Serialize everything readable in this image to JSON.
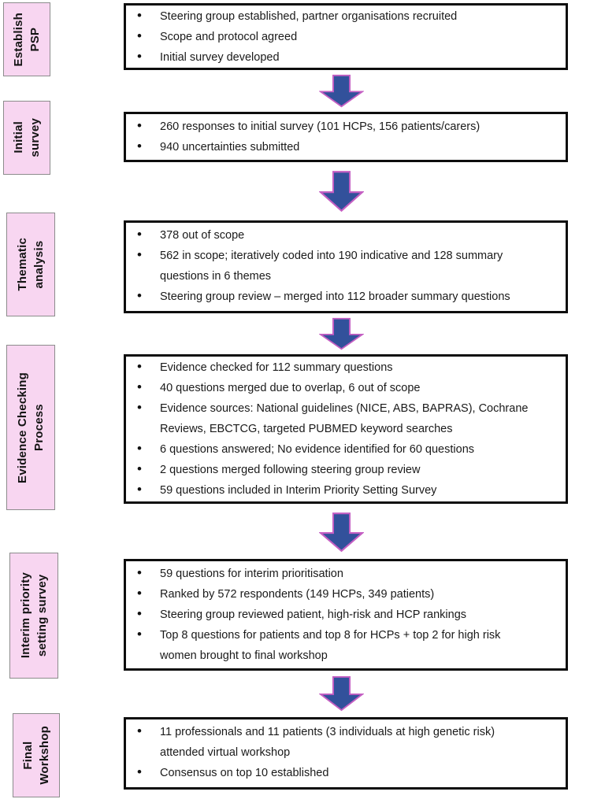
{
  "colors": {
    "label_fill": "#F8D6F1",
    "label_border": "#8C8C8C",
    "box_border": "#0D0D0D",
    "arrow_fill": "#32519B",
    "arrow_outline": "#C45FC3"
  },
  "sections": [
    {
      "id": "establish-psp",
      "label": "Establish\nPSP",
      "bullets": [
        "Steering group established, partner organisations recruited",
        "Scope and protocol agreed",
        "Initial survey developed"
      ]
    },
    {
      "id": "initial-survey",
      "label": "Initial\nsurvey",
      "bullets": [
        "260 responses to initial survey (101 HCPs, 156 patients/carers)",
        "940 uncertainties submitted"
      ]
    },
    {
      "id": "thematic-analysis",
      "label": "Thematic\nanalysis",
      "bullets": [
        "378 out of scope",
        "562 in scope; iteratively coded into 190 indicative and 128 summary\nquestions in 6 themes",
        "Steering group review – merged into 112 broader summary questions"
      ]
    },
    {
      "id": "evidence-checking-process",
      "label": "Evidence Checking\nProcess",
      "bullets": [
        "Evidence checked for 112 summary questions",
        "40 questions merged due to overlap, 6 out of scope",
        "Evidence sources: National guidelines (NICE, ABS, BAPRAS), Cochrane\nReviews, EBCTCG, targeted PUBMED keyword searches",
        "6 questions answered; No evidence identified for 60 questions",
        "2 questions merged following steering group review",
        "59 questions included in Interim Priority Setting Survey"
      ]
    },
    {
      "id": "interim-priority-setting-survey",
      "label": "Interim priority\nsetting survey",
      "bullets": [
        "59 questions for interim prioritisation",
        "Ranked by 572 respondents (149 HCPs, 349 patients)",
        "Steering group reviewed patient, high-risk and HCP rankings",
        "Top 8 questions for patients and top 8 for HCPs + top 2 for high risk\nwomen brought to final workshop"
      ]
    },
    {
      "id": "final-workshop",
      "label": "Final\nWorkshop",
      "bullets": [
        "11 professionals and 11 patients (3 individuals at high genetic risk)\nattended virtual workshop",
        "Consensus on top 10 established"
      ]
    }
  ]
}
